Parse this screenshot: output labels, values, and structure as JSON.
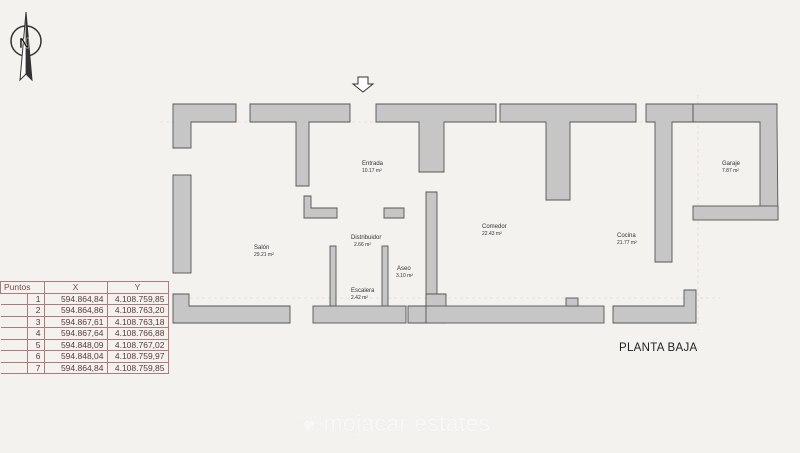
{
  "compass": {
    "letter": "N",
    "icon": "north-arrow-icon"
  },
  "entrance_marker": {
    "icon": "arrow-down-icon"
  },
  "plan_title": "PLANTA BAJA",
  "rooms": [
    {
      "id": "entrada",
      "name": "Entrada",
      "area": "10.17 m²"
    },
    {
      "id": "distribuidor",
      "name": "Distribuidor",
      "area": "2.66 m²"
    },
    {
      "id": "salon",
      "name": "Salón",
      "area": "29.21 m²"
    },
    {
      "id": "aseo",
      "name": "Aseo",
      "area": "3.10 m²"
    },
    {
      "id": "escalera",
      "name": "Escalera",
      "area": "2.42 m²"
    },
    {
      "id": "comedor",
      "name": "Comedor",
      "area": "22.43 m²"
    },
    {
      "id": "cocina",
      "name": "Cocina",
      "area": "21.77 m²"
    },
    {
      "id": "garaje",
      "name": "Garaje",
      "area": "7.87 m²"
    }
  ],
  "coordinates_table": {
    "headers": [
      "Puntos",
      "X",
      "Y"
    ],
    "rows": [
      [
        "1",
        "594.864,84",
        "4.108.759,85"
      ],
      [
        "2",
        "594.864,86",
        "4.108.763,20"
      ],
      [
        "3",
        "594.867,61",
        "4.108.763,18"
      ],
      [
        "4",
        "594.867,64",
        "4.108.766,88"
      ],
      [
        "5",
        "594.848,09",
        "4.108.767,02"
      ],
      [
        "6",
        "594.848,04",
        "4.108.759,97"
      ],
      [
        "7",
        "594.864,84",
        "4.108.759,85"
      ]
    ]
  },
  "watermark": {
    "icon": "mojacar-logo-icon",
    "text": "mojacar estates"
  }
}
